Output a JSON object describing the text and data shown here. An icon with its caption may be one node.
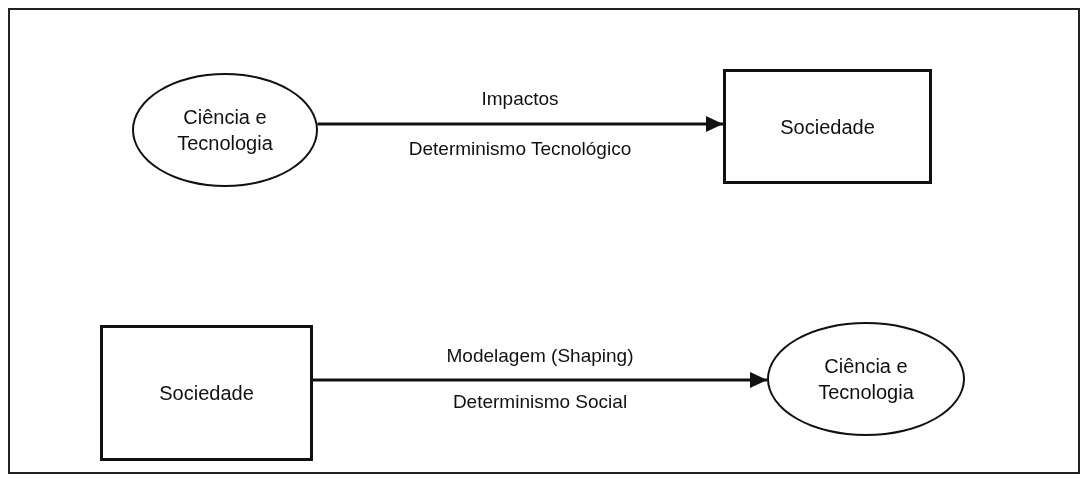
{
  "diagram": {
    "nodes": [
      {
        "text": [
          "Ciência e Tecnologia"
        ]
      },
      {
        "text": [
          "Sociedade"
        ]
      },
      {
        "text": [
          "Sociedade"
        ]
      },
      {
        "text": [
          "Ciência e Tecnologia"
        ]
      }
    ],
    "edges": [
      {
        "from": 0,
        "to": 1,
        "arrow": "to",
        "label": "Impactos"
      },
      {
        "from": 2,
        "to": 3,
        "arrow": "to",
        "label": "Modelagem (Shaping)"
      }
    ],
    "labels": [
      "Determinismo Tecnológico",
      "Determinismo Social"
    ]
  }
}
